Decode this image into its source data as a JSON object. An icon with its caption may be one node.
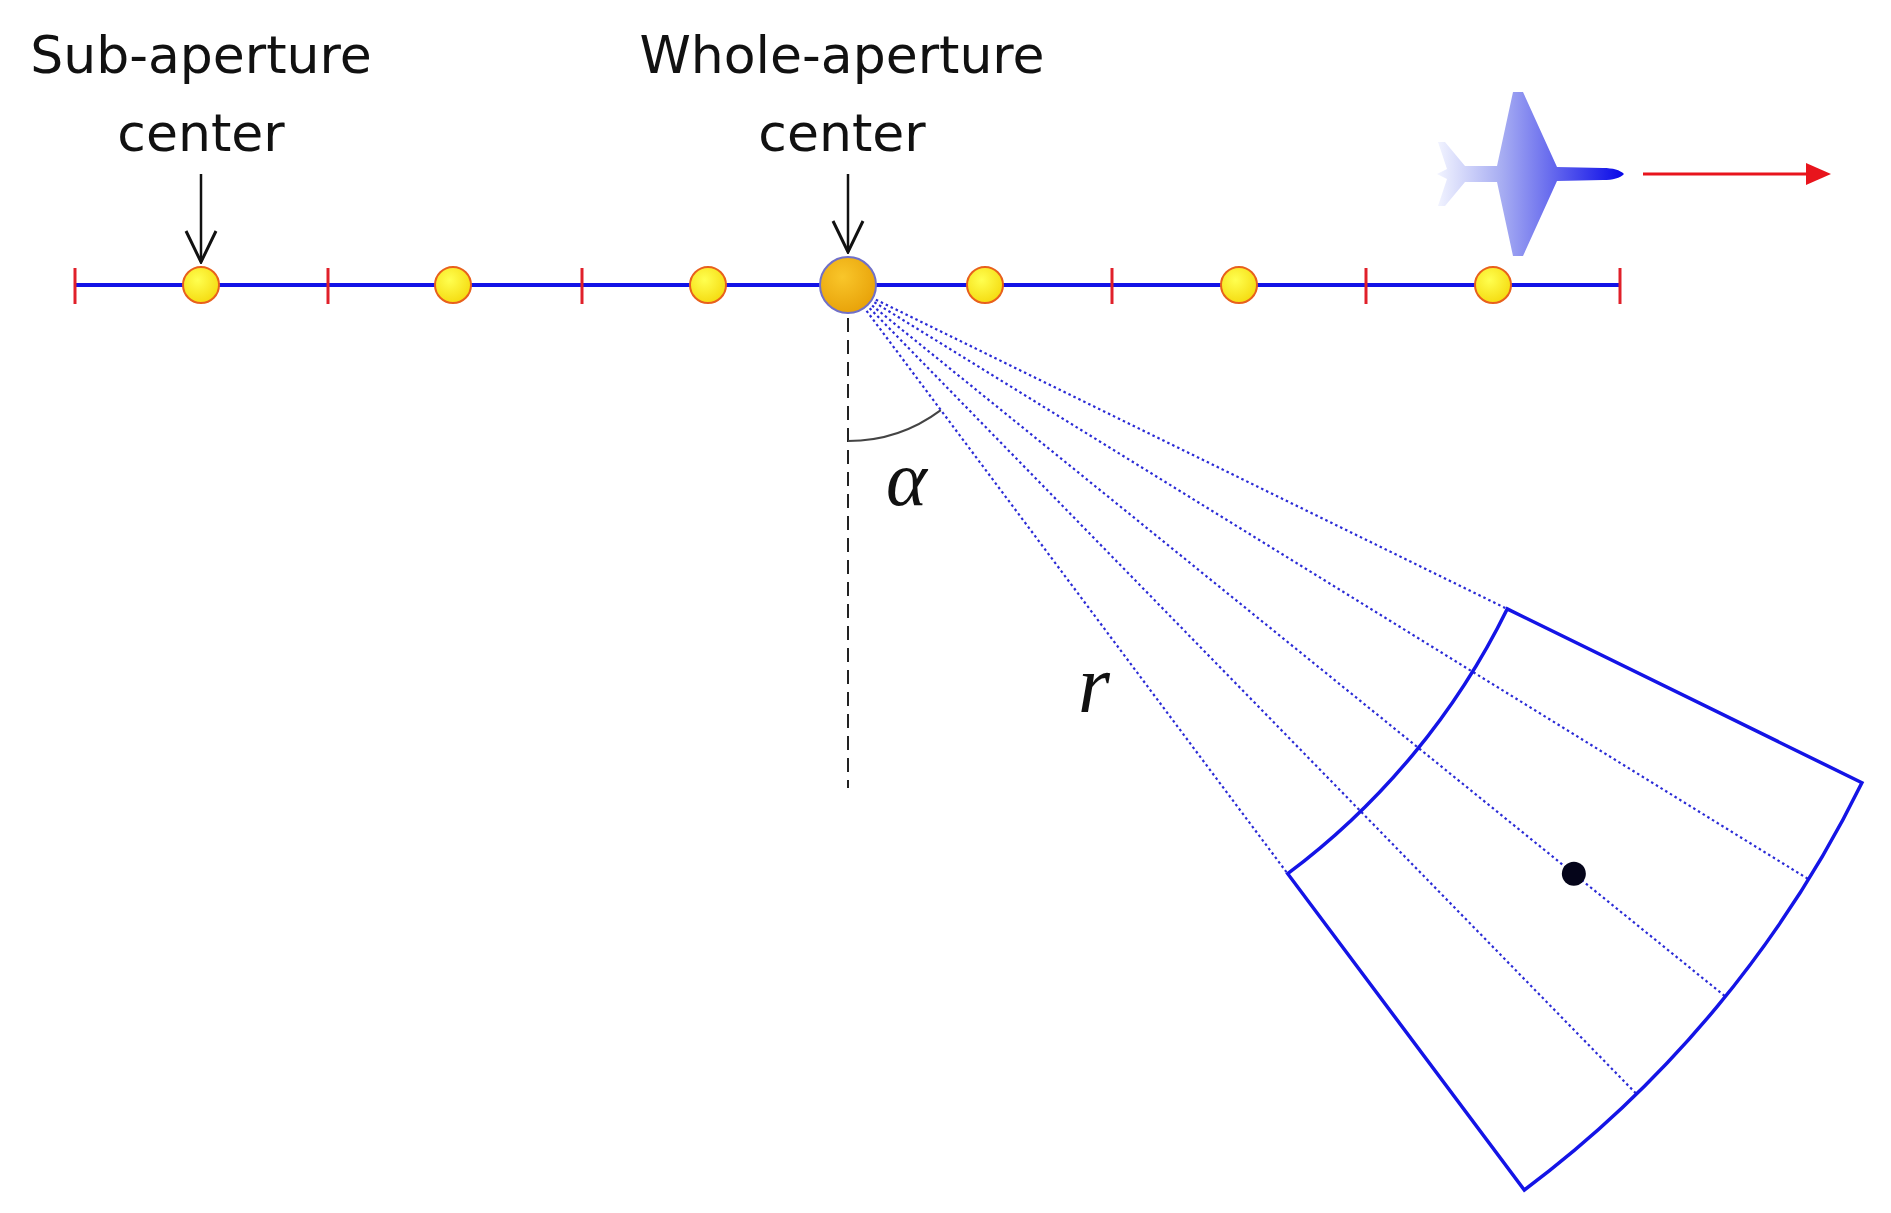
{
  "diagram": {
    "nodes": [
      {
        "text": [
          "Sub-aperture center"
        ]
      },
      {
        "text": [
          "Whole-aperture center"
        ]
      },
      {
        "text": [],
        "shape": "circle"
      },
      {
        "text": [],
        "shape": "circle"
      },
      {
        "text": [],
        "shape": "circle"
      },
      {
        "text": [],
        "shape": "circle"
      },
      {
        "text": [],
        "shape": "circle"
      },
      {
        "text": [],
        "shape": "circle"
      },
      {
        "text": [],
        "shape": "circle"
      }
    ],
    "edges": [
      {
        "from": 0,
        "to": 2,
        "arrow": "to"
      },
      {
        "from": 1,
        "to": 5,
        "arrow": "to"
      }
    ],
    "labels": [
      "α",
      "r"
    ]
  }
}
